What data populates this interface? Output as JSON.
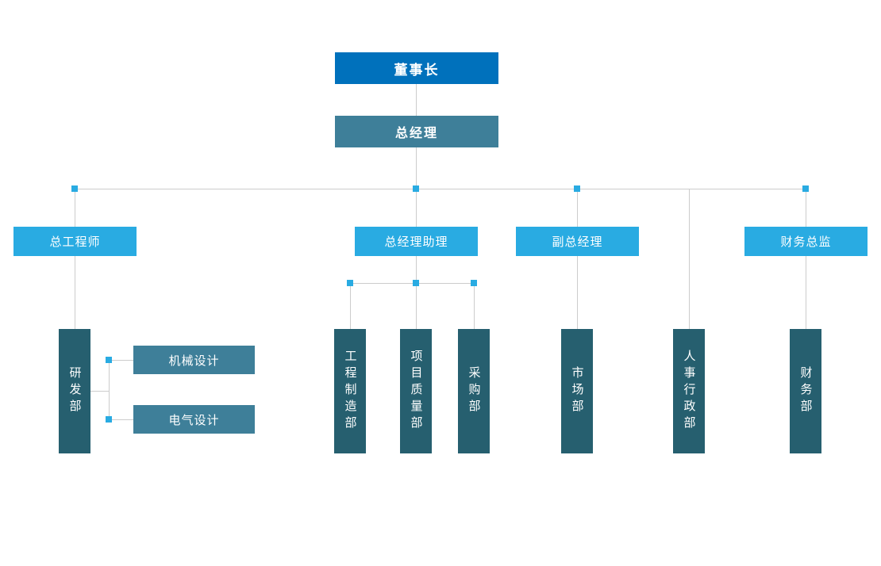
{
  "diagram_type": "org-chart",
  "nodes": {
    "chairman": {
      "label": "董事长",
      "level": 1
    },
    "general_manager": {
      "label": "总经理",
      "level": 2,
      "reports_to": "chairman"
    },
    "chief_engineer": {
      "label": "总工程师",
      "level": 3,
      "reports_to": "general_manager"
    },
    "gm_assistant": {
      "label": "总经理助理",
      "level": 3,
      "reports_to": "general_manager"
    },
    "deputy_gm": {
      "label": "副总经理",
      "level": 3,
      "reports_to": "general_manager"
    },
    "finance_director": {
      "label": "财务总监",
      "level": 3,
      "reports_to": "general_manager"
    },
    "rd_dept": {
      "label": "研发部",
      "level": 4,
      "reports_to": "chief_engineer"
    },
    "mechanical_design": {
      "label": "机械设计",
      "level": 5,
      "reports_to": "rd_dept"
    },
    "electrical_design": {
      "label": "电气设计",
      "level": 5,
      "reports_to": "rd_dept"
    },
    "engineering_manufacturing_dept": {
      "label": "工程制造部",
      "level": 4,
      "reports_to": "gm_assistant"
    },
    "project_quality_dept": {
      "label": "项目质量部",
      "level": 4,
      "reports_to": "gm_assistant"
    },
    "procurement_dept": {
      "label": "采购部",
      "level": 4,
      "reports_to": "gm_assistant"
    },
    "marketing_dept": {
      "label": "市场部",
      "level": 4,
      "reports_to": "deputy_gm"
    },
    "hr_admin_dept": {
      "label": "人事行政部",
      "level": 4,
      "reports_to": "general_manager"
    },
    "finance_dept": {
      "label": "财务部",
      "level": 4,
      "reports_to": "finance_director"
    }
  },
  "colors": {
    "primary_blue": "#0071bc",
    "teal": "#3e7f99",
    "light_blue": "#29abe2",
    "dark_teal": "#265f6f",
    "connector": "#cccccc",
    "marker": "#29abe2"
  }
}
